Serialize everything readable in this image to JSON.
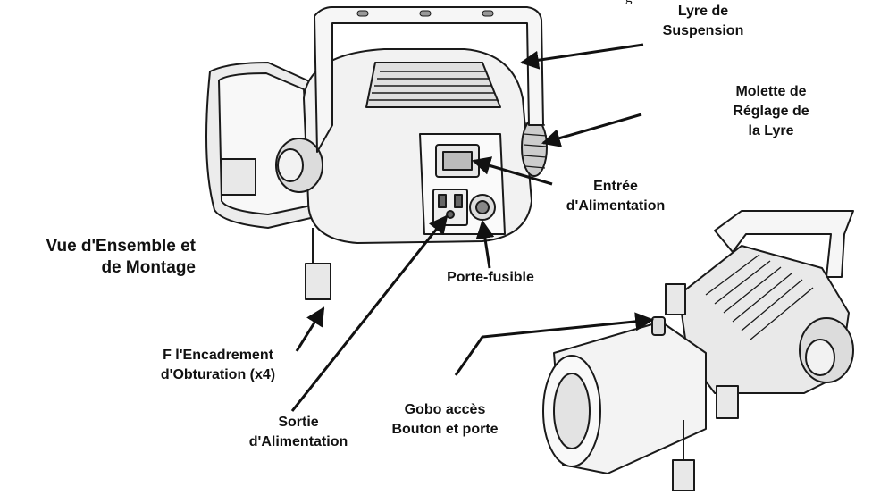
{
  "diagram": {
    "title_lines": [
      "Vue d'Ensemble et",
      "de Montage"
    ],
    "clipped_top_text": "g",
    "labels": {
      "lyre_suspension": [
        "Lyre de",
        "Suspension"
      ],
      "molette": [
        "Molette de",
        "Réglage de",
        "la Lyre"
      ],
      "entree": [
        "Entrée",
        "d'Alimentation"
      ],
      "porte_fusible": [
        "Porte-fusible"
      ],
      "encadrement": [
        "F l'Encadrement",
        "d'Obturation (x4)"
      ],
      "sortie": [
        "Sortie",
        "d'Alimentation"
      ],
      "gobo": [
        "Gobo accès",
        "Bouton et porte"
      ]
    }
  },
  "colors": {
    "outline": "#1a1a1a",
    "body_fill": "#f4f4f4",
    "shade": "#d9d9d9",
    "dark": "#555555",
    "text": "#111111"
  }
}
